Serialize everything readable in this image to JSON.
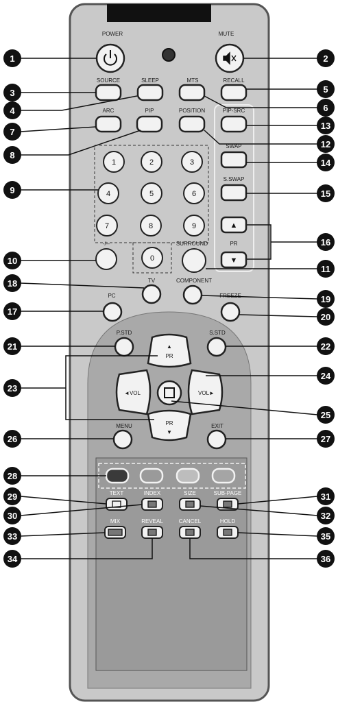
{
  "labels": {
    "power": "POWER",
    "mute": "MUTE",
    "source": "SOURCE",
    "sleep": "SLEEP",
    "mts": "MTS",
    "recall": "RECALL",
    "arc": "ARC",
    "pip": "PIP",
    "position": "POSITION",
    "pip_src": "PIP-SRC",
    "swap": "SWAP",
    "s_swap": "S.SWAP",
    "pr": "PR",
    "surround": "SURROUND",
    "tv": "TV",
    "component": "COMPONENT",
    "pc": "PC",
    "freeze": "FREEZE",
    "p_std": "P.STD",
    "s_std": "S.STD",
    "vol": "VOL",
    "menu": "MENU",
    "exit": "EXIT",
    "text": "TEXT",
    "index": "INDEX",
    "size": "SIZE",
    "sub_page": "SUB-PAGE",
    "mix": "MIX",
    "reveal": "REVEAL",
    "cancel": "CANCEL",
    "hold": "HOLD",
    "dash": "-/--"
  },
  "digits": [
    "1",
    "2",
    "3",
    "4",
    "5",
    "6",
    "7",
    "8",
    "9",
    "0"
  ],
  "arrows": {
    "up": "▲",
    "down": "▼",
    "left": "◄",
    "right": "►"
  },
  "callouts": [
    "1",
    "2",
    "3",
    "4",
    "5",
    "6",
    "7",
    "8",
    "9",
    "10",
    "11",
    "12",
    "13",
    "14",
    "15",
    "16",
    "17",
    "18",
    "19",
    "20",
    "21",
    "22",
    "23",
    "24",
    "25",
    "26",
    "27",
    "28",
    "29",
    "30",
    "31",
    "32",
    "33",
    "34",
    "35",
    "36"
  ],
  "colors": {
    "body": "#c9c9c9",
    "body_edge": "#6b6b6b",
    "button": "#f2f2f2",
    "callout": "#111111",
    "lower_panel": "#a8a8a8",
    "color_keys": [
      "#3a3a3a",
      "#9a9a9a",
      "#bdbdbd",
      "#a5a5a5"
    ]
  }
}
